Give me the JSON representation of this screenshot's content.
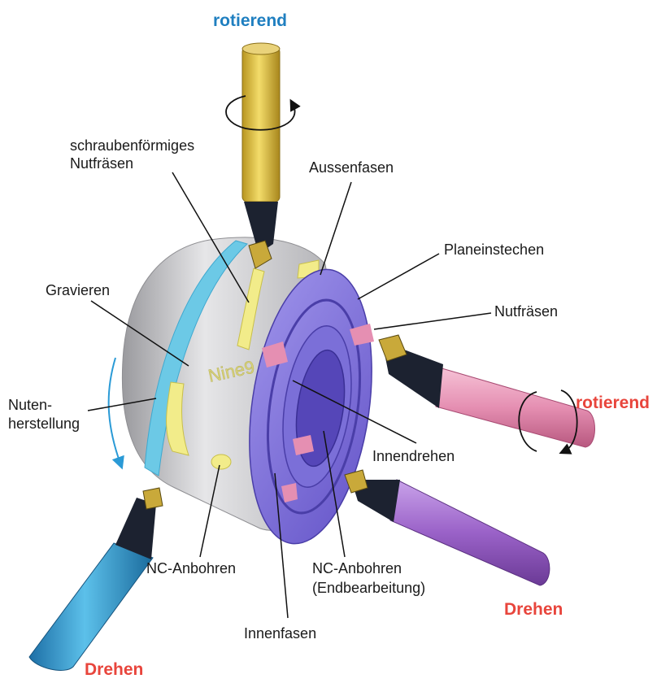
{
  "modes": {
    "top": "rotierend",
    "right": "rotierend",
    "bottom_right": "Drehen",
    "bottom_left": "Drehen"
  },
  "labels": {
    "helical_slot_line1": "schraubenförmiges",
    "helical_slot_line2": "Nutfräsen",
    "outer_chamfer": "Aussenfasen",
    "face_grooving": "Planeinstechen",
    "slot_milling": "Nutfräsen",
    "engraving": "Gravieren",
    "grooving_line1": "Nuten-",
    "grooving_line2": "herstellung",
    "inner_turning": "Innendrehen",
    "nc_centering": "NC-Anbohren",
    "nc_centering_finish_line1": "NC-Anbohren",
    "nc_centering_finish_line2": "(Endbearbeitung)",
    "inner_chamfer": "Innenfasen"
  },
  "engraving_text": "Nine9",
  "colors": {
    "mode_blue": "#1f7fc0",
    "mode_red": "#e8453c",
    "tool_gold": "#d8b93a",
    "tool_pink": "#e58fb2",
    "tool_purple": "#9a62c8",
    "tool_cyan": "#2f9dd0",
    "workpiece_face": "#8577dd",
    "workpiece_body": "#c9c9cb",
    "groove_band": "#6cc9e6",
    "slot_yellow": "#f2ec8a"
  }
}
